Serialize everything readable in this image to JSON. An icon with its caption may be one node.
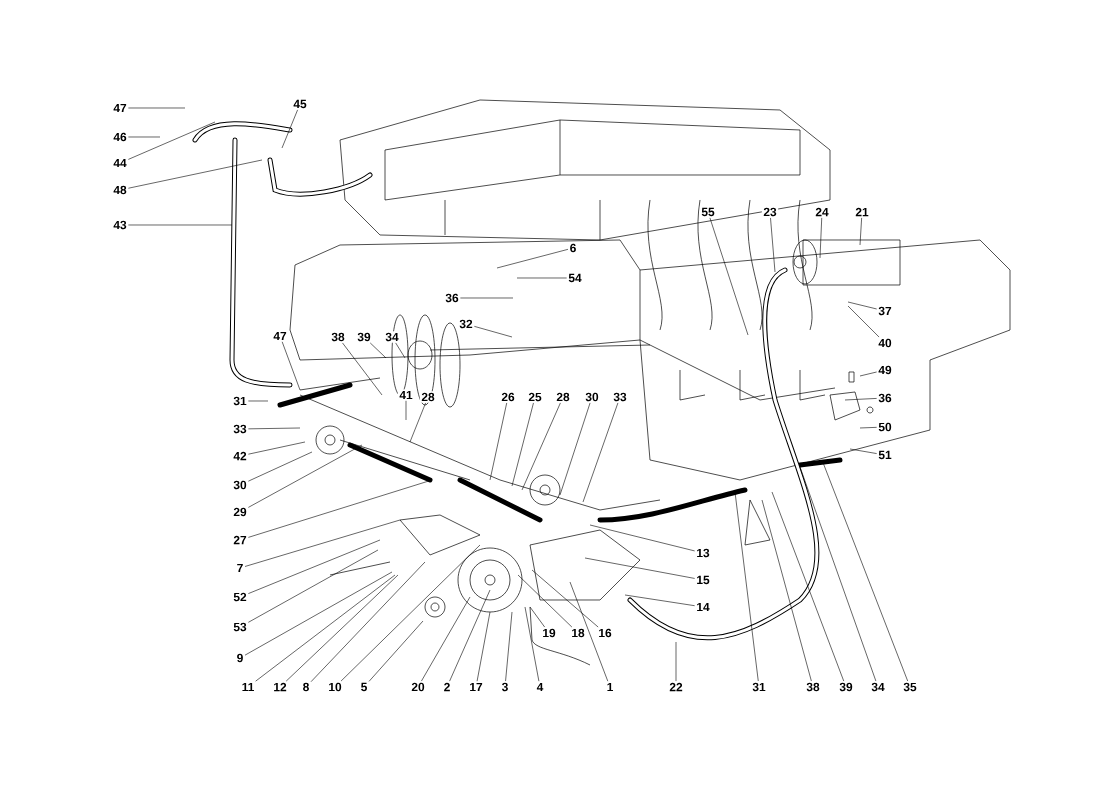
{
  "diagram": {
    "nodes": [
      {
        "text": [
          "47"
        ]
      },
      {
        "text": [
          "45"
        ]
      },
      {
        "text": [
          "46"
        ]
      },
      {
        "text": [
          "44"
        ]
      },
      {
        "text": [
          "48"
        ]
      },
      {
        "text": [
          "43"
        ]
      },
      {
        "text": [
          "55"
        ]
      },
      {
        "text": [
          "23"
        ]
      },
      {
        "text": [
          "24"
        ]
      },
      {
        "text": [
          "21"
        ]
      },
      {
        "text": [
          "6"
        ]
      },
      {
        "text": [
          "54"
        ]
      },
      {
        "text": [
          "36"
        ]
      },
      {
        "text": [
          "37"
        ]
      },
      {
        "text": [
          "32"
        ]
      },
      {
        "text": [
          "40"
        ]
      },
      {
        "text": [
          "47"
        ]
      },
      {
        "text": [
          "38"
        ]
      },
      {
        "text": [
          "39"
        ]
      },
      {
        "text": [
          "34"
        ]
      },
      {
        "text": [
          "49"
        ]
      },
      {
        "text": [
          "41"
        ]
      },
      {
        "text": [
          "28"
        ]
      },
      {
        "text": [
          "26"
        ]
      },
      {
        "text": [
          "25"
        ]
      },
      {
        "text": [
          "28"
        ]
      },
      {
        "text": [
          "30"
        ]
      },
      {
        "text": [
          "33"
        ]
      },
      {
        "text": [
          "36"
        ]
      },
      {
        "text": [
          "31"
        ]
      },
      {
        "text": [
          "33"
        ]
      },
      {
        "text": [
          "50"
        ]
      },
      {
        "text": [
          "51"
        ]
      },
      {
        "text": [
          "42"
        ]
      },
      {
        "text": [
          "30"
        ]
      },
      {
        "text": [
          "29"
        ]
      },
      {
        "text": [
          "27"
        ]
      },
      {
        "text": [
          "13"
        ]
      },
      {
        "text": [
          "7"
        ]
      },
      {
        "text": [
          "15"
        ]
      },
      {
        "text": [
          "52"
        ]
      },
      {
        "text": [
          "14"
        ]
      },
      {
        "text": [
          "53"
        ]
      },
      {
        "text": [
          "19"
        ]
      },
      {
        "text": [
          "18"
        ]
      },
      {
        "text": [
          "16"
        ]
      },
      {
        "text": [
          "9"
        ]
      },
      {
        "text": [
          "11"
        ]
      },
      {
        "text": [
          "12"
        ]
      },
      {
        "text": [
          "8"
        ]
      },
      {
        "text": [
          "10"
        ]
      },
      {
        "text": [
          "5"
        ]
      },
      {
        "text": [
          "20"
        ]
      },
      {
        "text": [
          "2"
        ]
      },
      {
        "text": [
          "17"
        ]
      },
      {
        "text": [
          "3"
        ]
      },
      {
        "text": [
          "4"
        ]
      },
      {
        "text": [
          "1"
        ]
      },
      {
        "text": [
          "22"
        ]
      },
      {
        "text": [
          "31"
        ]
      },
      {
        "text": [
          "38"
        ]
      },
      {
        "text": [
          "39"
        ]
      },
      {
        "text": [
          "34"
        ]
      },
      {
        "text": [
          "35"
        ]
      }
    ],
    "edges": [
      {
        "from": 0,
        "to": null,
        "arrow": "none"
      },
      {
        "from": 1,
        "to": null,
        "arrow": "none"
      },
      {
        "from": 2,
        "to": null,
        "arrow": "none"
      },
      {
        "from": 3,
        "to": null,
        "arrow": "none"
      },
      {
        "from": 4,
        "to": null,
        "arrow": "none"
      },
      {
        "from": 5,
        "to": null,
        "arrow": "none"
      },
      {
        "from": 6,
        "to": null,
        "arrow": "none"
      },
      {
        "from": 7,
        "to": null,
        "arrow": "none"
      },
      {
        "from": 8,
        "to": null,
        "arrow": "none"
      },
      {
        "from": 9,
        "to": null,
        "arrow": "none"
      },
      {
        "from": 10,
        "to": null,
        "arrow": "none"
      },
      {
        "from": 11,
        "to": null,
        "arrow": "none"
      },
      {
        "from": 12,
        "to": null,
        "arrow": "none"
      },
      {
        "from": 13,
        "to": null,
        "arrow": "none"
      },
      {
        "from": 14,
        "to": null,
        "arrow": "none"
      },
      {
        "from": 15,
        "to": null,
        "arrow": "none"
      },
      {
        "from": 16,
        "to": null,
        "arrow": "none"
      },
      {
        "from": 17,
        "to": null,
        "arrow": "none"
      },
      {
        "from": 18,
        "to": null,
        "arrow": "none"
      },
      {
        "from": 19,
        "to": null,
        "arrow": "none"
      },
      {
        "from": 20,
        "to": null,
        "arrow": "none"
      },
      {
        "from": 21,
        "to": null,
        "arrow": "none"
      },
      {
        "from": 22,
        "to": null,
        "arrow": "none"
      },
      {
        "from": 23,
        "to": null,
        "arrow": "none"
      },
      {
        "from": 24,
        "to": null,
        "arrow": "none"
      },
      {
        "from": 25,
        "to": null,
        "arrow": "none"
      },
      {
        "from": 26,
        "to": null,
        "arrow": "none"
      },
      {
        "from": 27,
        "to": null,
        "arrow": "none"
      },
      {
        "from": 28,
        "to": null,
        "arrow": "none"
      },
      {
        "from": 29,
        "to": null,
        "arrow": "none"
      },
      {
        "from": 30,
        "to": null,
        "arrow": "none"
      },
      {
        "from": 31,
        "to": null,
        "arrow": "none"
      },
      {
        "from": 32,
        "to": null,
        "arrow": "none"
      },
      {
        "from": 33,
        "to": null,
        "arrow": "none"
      },
      {
        "from": 34,
        "to": null,
        "arrow": "none"
      },
      {
        "from": 35,
        "to": null,
        "arrow": "none"
      },
      {
        "from": 36,
        "to": null,
        "arrow": "none"
      },
      {
        "from": 37,
        "to": null,
        "arrow": "none"
      },
      {
        "from": 38,
        "to": null,
        "arrow": "none"
      },
      {
        "from": 39,
        "to": null,
        "arrow": "none"
      },
      {
        "from": 40,
        "to": null,
        "arrow": "none"
      },
      {
        "from": 41,
        "to": null,
        "arrow": "none"
      },
      {
        "from": 42,
        "to": null,
        "arrow": "none"
      },
      {
        "from": 43,
        "to": null,
        "arrow": "none"
      },
      {
        "from": 44,
        "to": null,
        "arrow": "none"
      },
      {
        "from": 45,
        "to": null,
        "arrow": "none"
      },
      {
        "from": 46,
        "to": null,
        "arrow": "none"
      },
      {
        "from": 47,
        "to": null,
        "arrow": "none"
      },
      {
        "from": 48,
        "to": null,
        "arrow": "none"
      },
      {
        "from": 49,
        "to": null,
        "arrow": "none"
      },
      {
        "from": 50,
        "to": null,
        "arrow": "none"
      },
      {
        "from": 51,
        "to": null,
        "arrow": "none"
      },
      {
        "from": 52,
        "to": null,
        "arrow": "none"
      },
      {
        "from": 53,
        "to": null,
        "arrow": "none"
      },
      {
        "from": 54,
        "to": null,
        "arrow": "none"
      },
      {
        "from": 55,
        "to": null,
        "arrow": "none"
      },
      {
        "from": 56,
        "to": null,
        "arrow": "none"
      },
      {
        "from": 57,
        "to": null,
        "arrow": "none"
      },
      {
        "from": 58,
        "to": null,
        "arrow": "none"
      },
      {
        "from": 59,
        "to": null,
        "arrow": "none"
      },
      {
        "from": 60,
        "to": null,
        "arrow": "none"
      },
      {
        "from": 61,
        "to": null,
        "arrow": "none"
      },
      {
        "from": 62,
        "to": null,
        "arrow": "none"
      },
      {
        "from": 63,
        "to": null,
        "arrow": "none"
      }
    ]
  }
}
